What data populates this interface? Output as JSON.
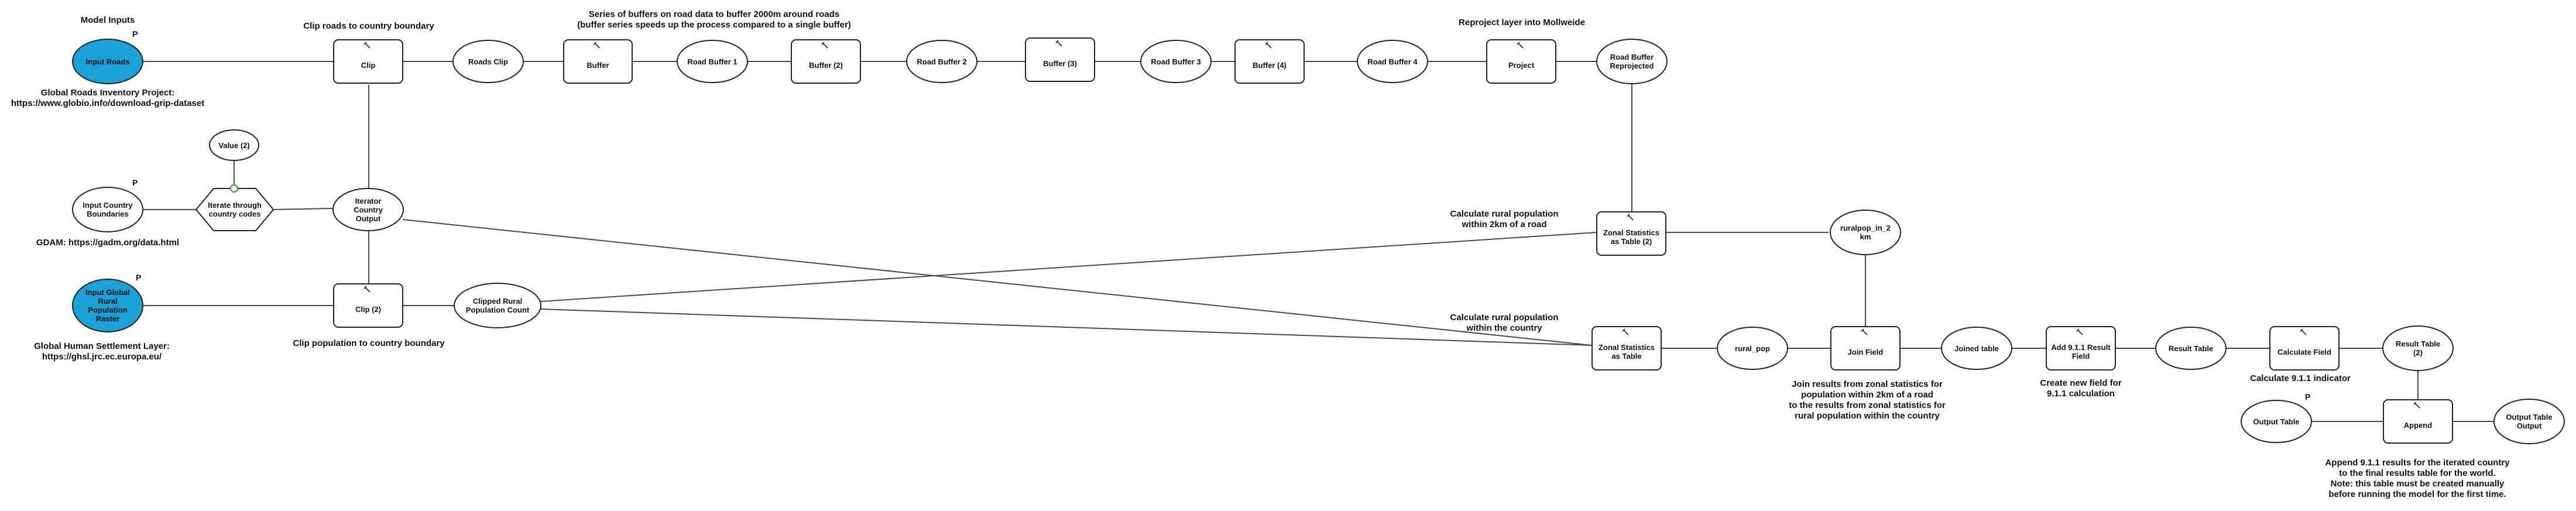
{
  "annotations": {
    "model_inputs": "Model Inputs",
    "clip_roads": "Clip roads to country boundary",
    "buffer_series": "Series of buffers on road data to buffer 2000m around roads\n(buffer series speeds up the process compared to a single buffer)",
    "reproject": "Reproject layer into Mollweide",
    "grip": "Global Roads Inventory Project:\nhttps://www.globio.info/download-grip-dataset",
    "gadm": "GDAM: https://gadm.org/data.html",
    "ghsl": "Global Human Settlement Layer:\nhttps://ghsl.jrc.ec.europa.eu/",
    "clip_pop": "Clip population to country boundary",
    "calc_rural_road": "Calculate rural population\nwithin 2km of a road",
    "calc_rural_country": "Calculate rural population\nwithin the country",
    "join_results": "Join results from zonal statistics for\npopulation within 2km of a road\nto the results from zonal statistics for\nrural population within the country",
    "create_field": "Create new field for\n9.1.1 calculation",
    "calc_indicator": "Calculate 9.1.1 indicator",
    "append_results": "Append 9.1.1 results for the iterated country\nto the final results table for the world.\nNote: this table must be created manually\nbefore running the model for the first time."
  },
  "nodes": {
    "input_roads": "Input Roads",
    "input_country": "Input Country\nBoundaries",
    "input_pop": "Input Global\nRural\nPopulation\nRaster",
    "value2": "Value (2)",
    "iterate": "Iterate through\ncountry codes",
    "iterator_output": "Iterator\nCountry\nOutput",
    "clip": "Clip",
    "roads_clip": "Roads Clip",
    "buffer": "Buffer",
    "road_buffer_1": "Road Buffer 1",
    "buffer2": "Buffer (2)",
    "road_buffer_2": "Road Buffer 2",
    "buffer3": "Buffer (3)",
    "road_buffer_3": "Road Buffer 3",
    "buffer4": "Buffer (4)",
    "road_buffer_4": "Road Buffer 4",
    "project": "Project",
    "road_buffer_reprojected": "Road Buffer\nReprojected",
    "zonal2": "Zonal Statistics\nas Table (2)",
    "ruralpop_2km": "ruralpop_in_2\nkm",
    "clip2": "Clip (2)",
    "clipped_rural": "Clipped Rural\nPopulation Count",
    "zonal": "Zonal Statistics\nas Table",
    "rural_pop": "rural_pop",
    "join_field": "Join Field",
    "joined_table": "Joined table",
    "add_field": "Add 9.1.1 Result\nField",
    "result_table": "Result Table",
    "calculate_field": "Calculate Field",
    "result_table2": "Result Table\n(2)",
    "output_table": "Output Table",
    "append": "Append",
    "output_table_output": "Output Table\nOutput"
  },
  "param_flag": "P",
  "colors": {
    "input_fill": "#1ba1d6",
    "stroke": "#222222",
    "edge": "#4a4a4a"
  },
  "icons": {
    "tool": "hammer-icon",
    "variable": "green-circle-icon"
  }
}
